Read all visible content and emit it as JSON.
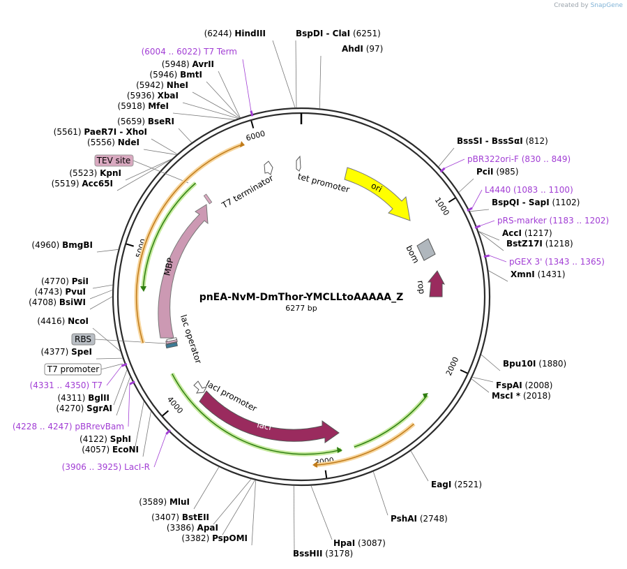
{
  "header": {
    "created_by": "Created by",
    "brand": "SnapGene"
  },
  "plasmid": {
    "name": "pnEA-NvM-DmThor-YMCLLtoAAAAA_Z",
    "size_label": "6277 bp",
    "length": 6277
  },
  "ticks": [
    {
      "label": "1000",
      "pos": 1000
    },
    {
      "label": "2000",
      "pos": 2000
    },
    {
      "label": "3000",
      "pos": 3000
    },
    {
      "label": "4000",
      "pos": 4000
    },
    {
      "label": "5000",
      "pos": 5000
    },
    {
      "label": "6000",
      "pos": 6000
    }
  ],
  "enzymes": [
    {
      "name": "HindIII",
      "pos": "(6244)",
      "site": 6244
    },
    {
      "name": "BspDI  -  ClaI",
      "pos": "(6251)",
      "site": 6251
    },
    {
      "name": "AhdI",
      "pos": "(97)",
      "site": 97
    },
    {
      "name": "AvrII",
      "pos": "(5948)",
      "site": 5948
    },
    {
      "name": "BmtI",
      "pos": "(5946)",
      "site": 5946
    },
    {
      "name": "NheI",
      "pos": "(5942)",
      "site": 5942
    },
    {
      "name": "XbaI",
      "pos": "(5936)",
      "site": 5936
    },
    {
      "name": "MfeI",
      "pos": "(5918)",
      "site": 5918
    },
    {
      "name": "BseRI",
      "pos": "(5659)",
      "site": 5659
    },
    {
      "name": "PaeR7I  -  XhoI",
      "pos": "(5561)",
      "site": 5561
    },
    {
      "name": "NdeI",
      "pos": "(5556)",
      "site": 5556
    },
    {
      "name": "KpnI",
      "pos": "(5523)",
      "site": 5523
    },
    {
      "name": "Acc65I",
      "pos": "(5519)",
      "site": 5519
    },
    {
      "name": "BmgBI",
      "pos": "(4960)",
      "site": 4960
    },
    {
      "name": "PsiI",
      "pos": "(4770)",
      "site": 4770
    },
    {
      "name": "PvuI",
      "pos": "(4743)",
      "site": 4743
    },
    {
      "name": "BsiWI",
      "pos": "(4708)",
      "site": 4708
    },
    {
      "name": "NcoI",
      "pos": "(4416)",
      "site": 4416
    },
    {
      "name": "SpeI",
      "pos": "(4377)",
      "site": 4377
    },
    {
      "name": "BglII",
      "pos": "(4311)",
      "site": 4311
    },
    {
      "name": "SgrAI",
      "pos": "(4270)",
      "site": 4270
    },
    {
      "name": "SphI",
      "pos": "(4122)",
      "site": 4122
    },
    {
      "name": "EcoNI",
      "pos": "(4057)",
      "site": 4057
    },
    {
      "name": "MluI",
      "pos": "(3589)",
      "site": 3589
    },
    {
      "name": "BstEII",
      "pos": "(3407)",
      "site": 3407
    },
    {
      "name": "ApaI",
      "pos": "(3386)",
      "site": 3386
    },
    {
      "name": "PspOMI",
      "pos": "(3382)",
      "site": 3382
    },
    {
      "name": "BssHII",
      "pos": "(3178)",
      "site": 3178
    },
    {
      "name": "HpaI",
      "pos": "(3087)",
      "site": 3087
    },
    {
      "name": "PshAI",
      "pos": "(2748)",
      "site": 2748
    },
    {
      "name": "EagI",
      "pos": "(2521)",
      "site": 2521
    },
    {
      "name": "MscI *",
      "pos": "(2018)",
      "site": 2018
    },
    {
      "name": "FspAI",
      "pos": "(2008)",
      "site": 2008
    },
    {
      "name": "Bpu10I",
      "pos": "(1880)",
      "site": 1880
    },
    {
      "name": "XmnI",
      "pos": "(1431)",
      "site": 1431
    },
    {
      "name": "BstZ17I",
      "pos": "(1218)",
      "site": 1218
    },
    {
      "name": "AccI",
      "pos": "(1217)",
      "site": 1217
    },
    {
      "name": "BspQI  -  SapI",
      "pos": "(1102)",
      "site": 1102
    },
    {
      "name": "PciI",
      "pos": "(985)",
      "site": 985
    },
    {
      "name": "BssSI  -  BssSαI",
      "pos": "(812)",
      "site": 812
    }
  ],
  "primers": [
    {
      "name": "T7 Term",
      "range": "(6004 .. 6022)",
      "start": 6004,
      "end": 6022
    },
    {
      "name": "pBR322ori-F",
      "range": "(830 .. 849)",
      "start": 830,
      "end": 849
    },
    {
      "name": "L4440",
      "range": "(1083 .. 1100)",
      "start": 1083,
      "end": 1100
    },
    {
      "name": "pRS-marker",
      "range": "(1183 .. 1202)",
      "start": 1183,
      "end": 1202
    },
    {
      "name": "pGEX 3'",
      "range": "(1343 .. 1365)",
      "start": 1343,
      "end": 1365
    },
    {
      "name": "T7",
      "range": "(4331 .. 4350)",
      "start": 4331,
      "end": 4350
    },
    {
      "name": "pBRrevBam",
      "range": "(4228 .. 4247)",
      "start": 4228,
      "end": 4247
    },
    {
      "name": "LacI-R",
      "range": "(3906 .. 3925)",
      "start": 3906,
      "end": 3925
    }
  ],
  "boxed_labels": [
    {
      "name": "TEV site",
      "fill": "#d9a9c0"
    },
    {
      "name": "RBS",
      "fill": "#b9bec4"
    },
    {
      "name": "T7 promoter",
      "fill": "#ffffff"
    }
  ],
  "features": [
    {
      "name": "ori",
      "color": "#ffff00"
    },
    {
      "name": "bom",
      "color": "#b0b7bd"
    },
    {
      "name": "rop",
      "color": "#9a2b5e"
    },
    {
      "name": "lacI",
      "color": "#9a2b5e"
    },
    {
      "name": "lacI promoter",
      "color": "#ffffff"
    },
    {
      "name": "lac operator",
      "color": "#ffffff"
    },
    {
      "name": "MBP",
      "color": "#cc99b3"
    },
    {
      "name": "T7 terminator",
      "color": "#ffffff"
    },
    {
      "name": "tet promoter",
      "color": "#ffffff"
    }
  ],
  "colors": {
    "primer": "#a13dd4",
    "orf_orange": "#f2a93b",
    "orf_green": "#2e9b12",
    "backbone": "#2b2b2b"
  }
}
